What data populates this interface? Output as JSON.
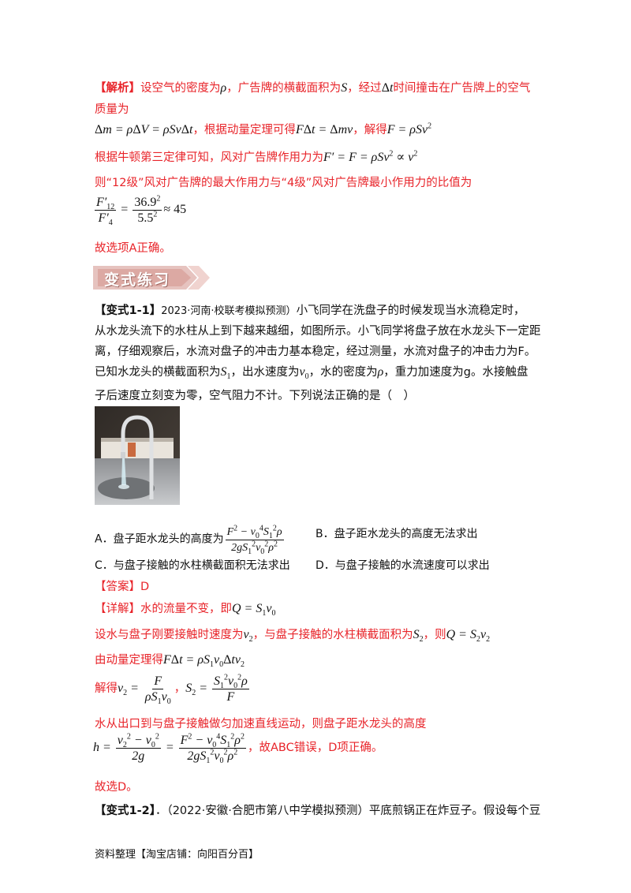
{
  "analysis": {
    "tag": "【解析】",
    "line1_a": "设空气的密度为",
    "line1_b": "，广告牌的横截面积为",
    "line1_c": "，经过",
    "line1_d": "时间撞击在广告牌上的空气",
    "line2": "质量为",
    "line3_text": "，根据动量定理可得",
    "line3_text2": "，解得",
    "line4": "根据牛顿第三定律可知，风对广告牌作用力为",
    "line5": "则“12级”风对广告牌的最大作用力与“4级”风对广告牌最小作用力的比值为",
    "ratio_num": "36.9",
    "ratio_den": "5.5",
    "ratio_result": "≈ 45",
    "conclusion": "故选项A正确。"
  },
  "banner": {
    "title": "变式练习"
  },
  "q1": {
    "tag": "【变式1-1】",
    "source": "2023·河南·校联考模拟预测）",
    "line1": "小飞同学在洗盘子的时候发现当水流稳定时，",
    "line2": "从水龙头流下的水柱从上到下越来越细，如图所示。小飞同学将盘子放在水龙头下一定距",
    "line3": "离，仔细观察后，水流对盘子的冲击力基本稳定，经过测量，水流对盘子的冲击力为F。",
    "line4_a": "已知水龙头的横截面积为",
    "line4_b": "，出水速度为",
    "line4_c": "，水的密度为",
    "line4_d": "，重力加速度为g。水接触盘",
    "line5": "子后速度立刻变为零，空气阻力不计。下列说法正确的是（　）",
    "options": {
      "a": "A．盘子距水龙头的高度为",
      "b": "B．盘子距水龙头的高度无法求出",
      "c": "C．与盘子接触的水柱横截面积无法求出",
      "d": "D．与盘子接触的水流速度可以求出"
    },
    "answer_tag": "【答案】",
    "answer": "D",
    "detail_tag": "【详解】",
    "d1": "水的流量不变，即",
    "d2_a": "设水与盘子刚要接触时速度为",
    "d2_b": "，与盘子接触的水柱横截面积为",
    "d2_c": "，则",
    "d3": "由动量定理得",
    "d4": "解得",
    "d5": "水从出口到与盘子接触做匀加速直线运动，则盘子距水龙头的高度",
    "d6": "，故ABC错误，D项正确。",
    "d7": "故选D。"
  },
  "q2": {
    "tag": "【变式1-2】",
    "text": "．（2022·安徽·合肥市第八中学模拟预测）平底煎锅正在炸豆子。假设每个豆"
  },
  "footer": {
    "text": "资料整理【淘宝店铺：向阳百分百】"
  },
  "colors": {
    "accent": "#e8242a",
    "banner_bg": "#e9c7c3",
    "banner_text": "#ffffff"
  }
}
